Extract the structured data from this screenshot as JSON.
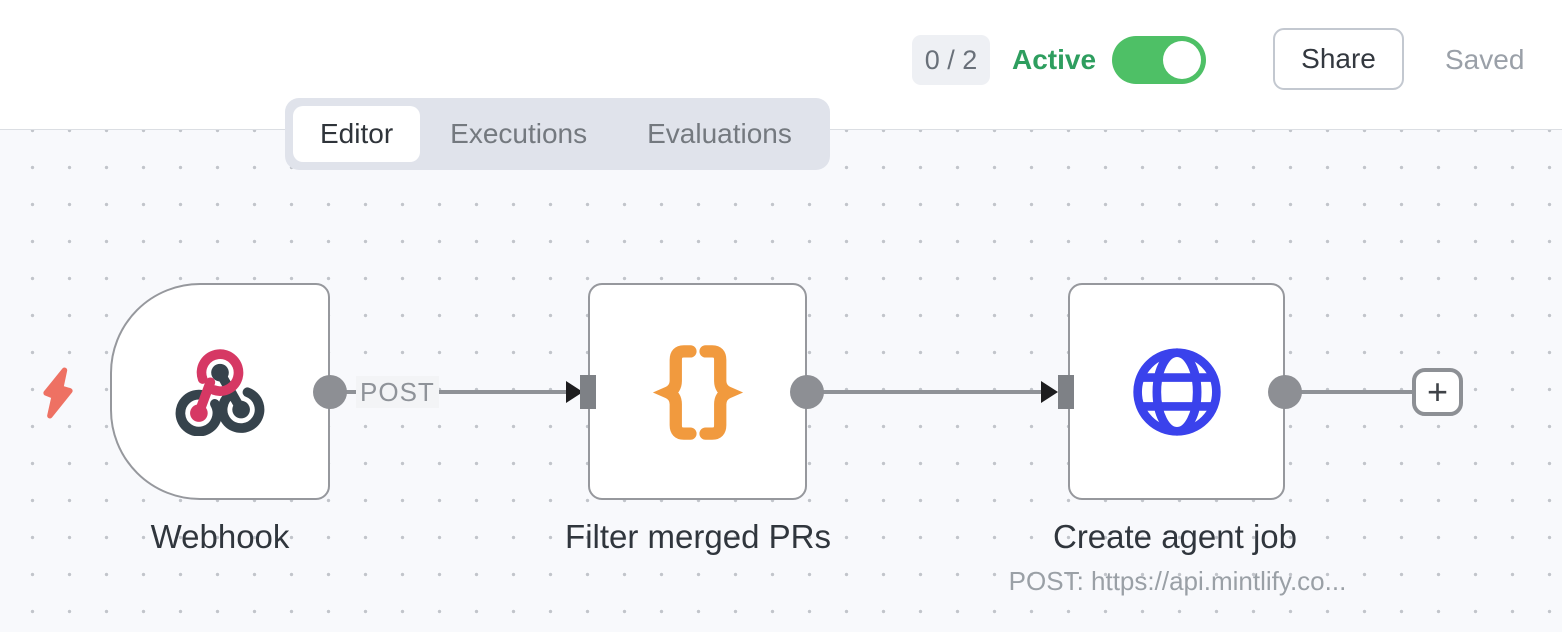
{
  "header": {
    "execution_counter": "0 / 2",
    "active_toggle": {
      "label": "Active",
      "state": "on"
    },
    "share_button_label": "Share",
    "save_status": "Saved",
    "tabs": [
      {
        "label": "Editor",
        "active": true
      },
      {
        "label": "Executions",
        "active": false
      },
      {
        "label": "Evaluations",
        "active": false
      }
    ]
  },
  "canvas": {
    "nodes": [
      {
        "title": "Webhook",
        "icon": "webhook-icon",
        "output_label": "POST"
      },
      {
        "title": "Filter merged PRs",
        "icon": "curly-braces-icon"
      },
      {
        "title": "Create agent job",
        "icon": "globe-icon",
        "subtitle": "POST: https://api.mintlify.co..."
      }
    ],
    "add_button_label": "+"
  },
  "colors": {
    "active_text": "#2e9e5f",
    "toggle_on": "#4ec066",
    "webhook_pink": "#d63864",
    "webhook_slate": "#36434c",
    "braces_orange": "#f19a3e",
    "globe_blue": "#3a42ec",
    "lightning_coral": "#ee7163",
    "canvas_bg": "#f8f9fc"
  }
}
